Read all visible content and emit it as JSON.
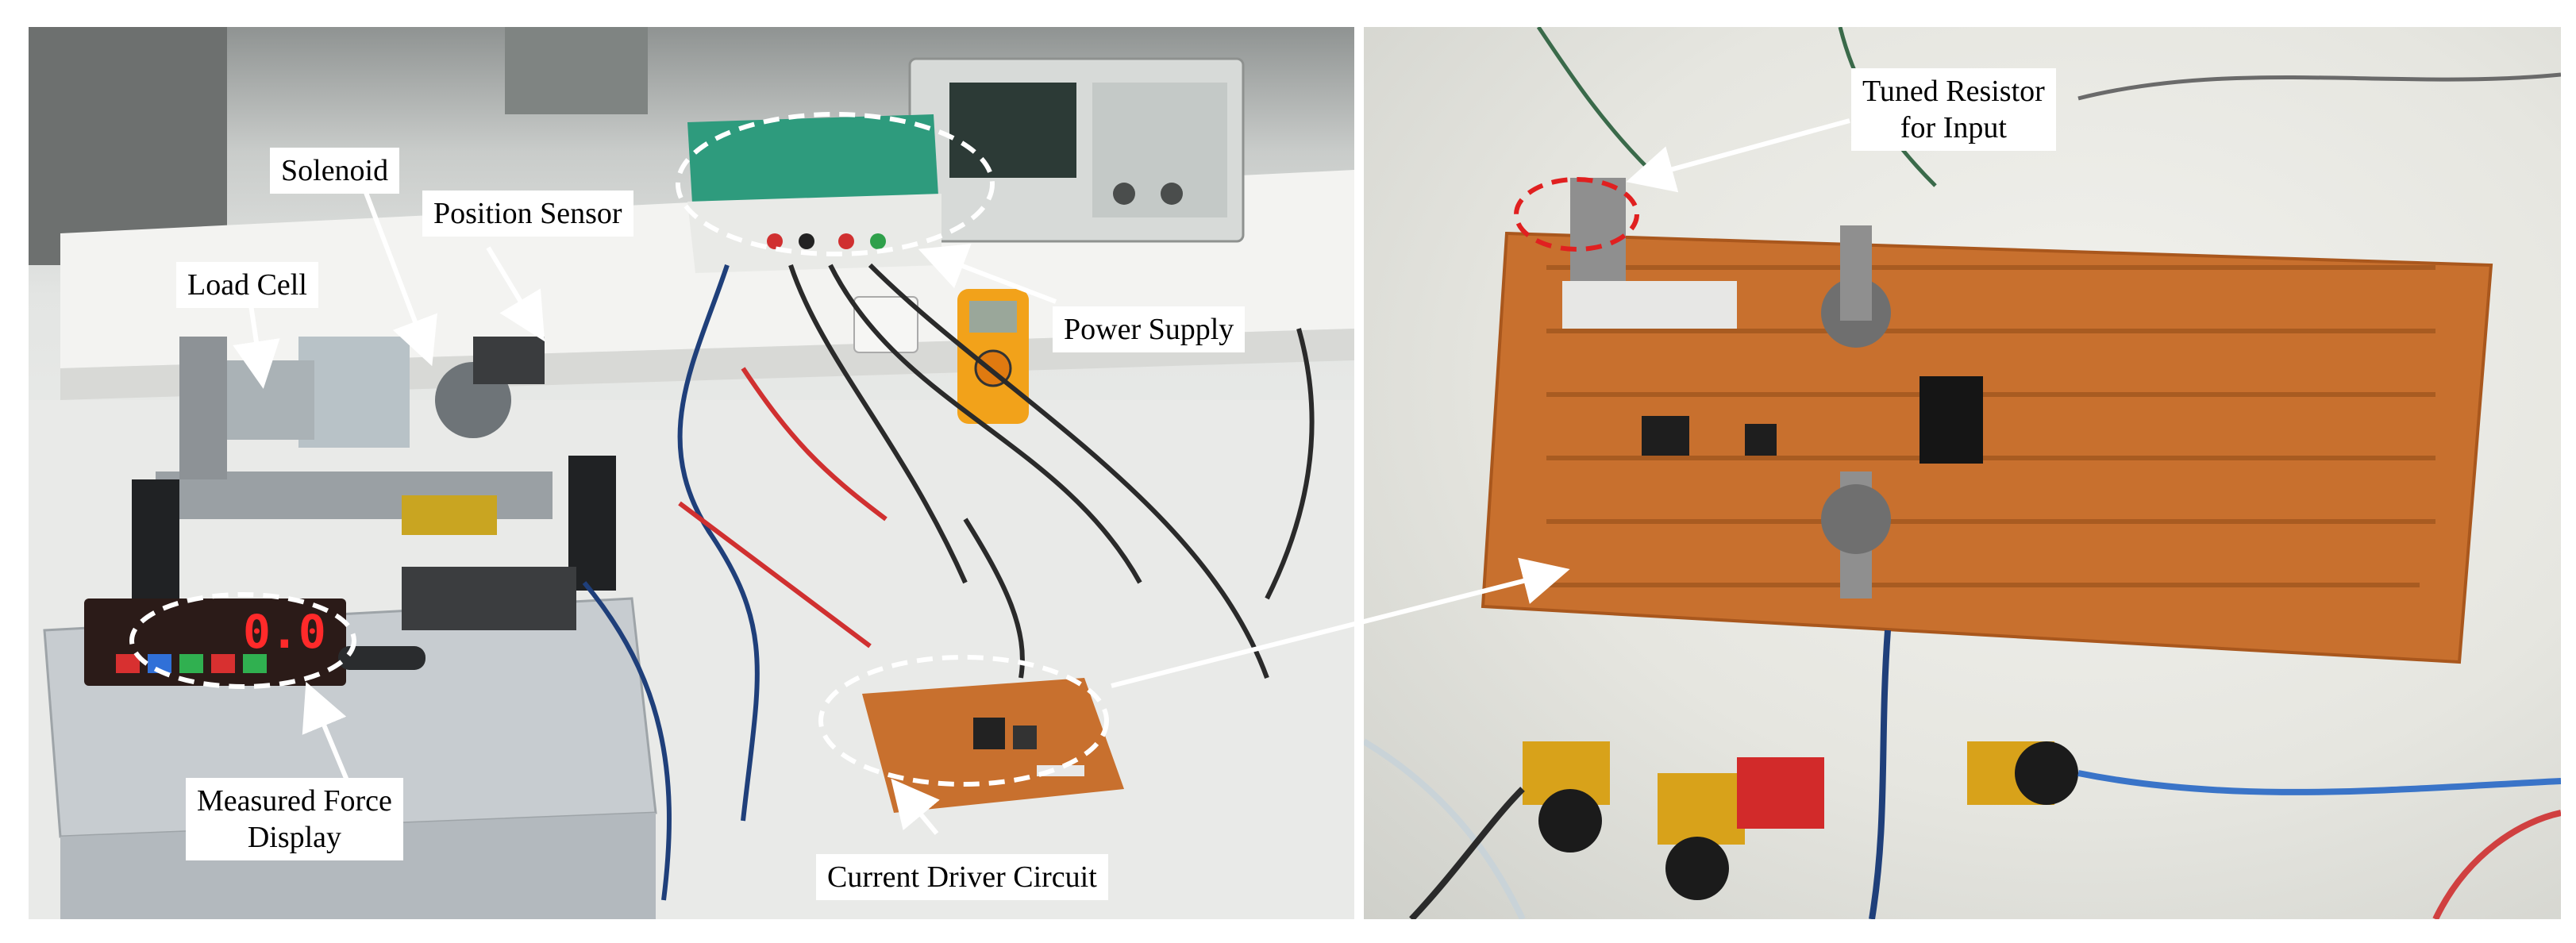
{
  "labels": {
    "solenoid": "Solenoid",
    "position_sensor": "Position Sensor",
    "load_cell": "Load Cell",
    "power_supply": "Power Supply",
    "measured_force_display_line1": "Measured Force",
    "measured_force_display_line2": "Display",
    "current_driver_circuit": "Current Driver Circuit",
    "tuned_resistor_line1": "Tuned Resistor",
    "tuned_resistor_line2": "for Input"
  },
  "display_reading": "0.0",
  "colors": {
    "pcb": "#c8702e",
    "callout_circle_white": "#ffffff",
    "callout_circle_red": "#e02020",
    "display_digits": "#ff2a2a"
  }
}
